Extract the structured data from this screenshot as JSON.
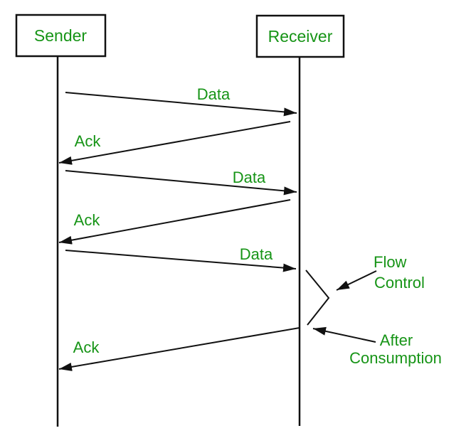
{
  "diagram": {
    "type": "sequence-diagram",
    "topic": "flow control",
    "colors": {
      "green": "#169416",
      "black": "#111111",
      "bg": "#ffffff"
    },
    "actors": [
      {
        "label": "Sender"
      },
      {
        "label": "Receiver"
      }
    ],
    "messages": [
      {
        "label": "Data",
        "from": "Sender",
        "to": "Receiver"
      },
      {
        "label": "Ack",
        "from": "Receiver",
        "to": "Sender"
      },
      {
        "label": "Data",
        "from": "Sender",
        "to": "Receiver"
      },
      {
        "label": "Ack",
        "from": "Receiver",
        "to": "Sender"
      },
      {
        "label": "Data",
        "from": "Sender",
        "to": "Receiver"
      },
      {
        "label": "Ack",
        "from": "Receiver",
        "to": "Sender"
      }
    ],
    "annotations": [
      {
        "lines": [
          "Flow",
          "Control"
        ],
        "points_to": "receiver pause chevron"
      },
      {
        "lines": [
          "After",
          "Consumption"
        ],
        "points_to": "ack departure point"
      }
    ]
  }
}
